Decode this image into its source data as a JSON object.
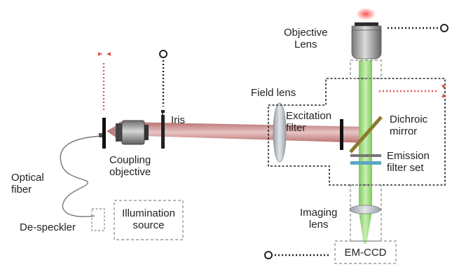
{
  "labels": {
    "objective_lens": [
      "Objective",
      "Lens"
    ],
    "field_lens": "Field lens",
    "excitation_filter": [
      "Excitation",
      "filter"
    ],
    "dichroic_mirror": [
      "Dichroic",
      "mirror"
    ],
    "emission_filter_set": [
      "Emission",
      "filter set"
    ],
    "iris": "Iris",
    "coupling_objective": [
      "Coupling",
      "objective"
    ],
    "optical_fiber": [
      "Optical",
      "fiber"
    ],
    "de_speckler": "De-speckler",
    "illumination_source": [
      "Illumination",
      "source"
    ],
    "imaging_lens": [
      "Imaging",
      "lens"
    ],
    "em_ccd": "EM-CCD"
  },
  "colors": {
    "excitation_beam": "#c98a8a",
    "emission_beam": "#8fd66b",
    "dichroic_mirror": "#8b7a2b",
    "dashed_outline": "#222222",
    "gray_outline": "#888888",
    "marker_red": "#e05a5a"
  }
}
